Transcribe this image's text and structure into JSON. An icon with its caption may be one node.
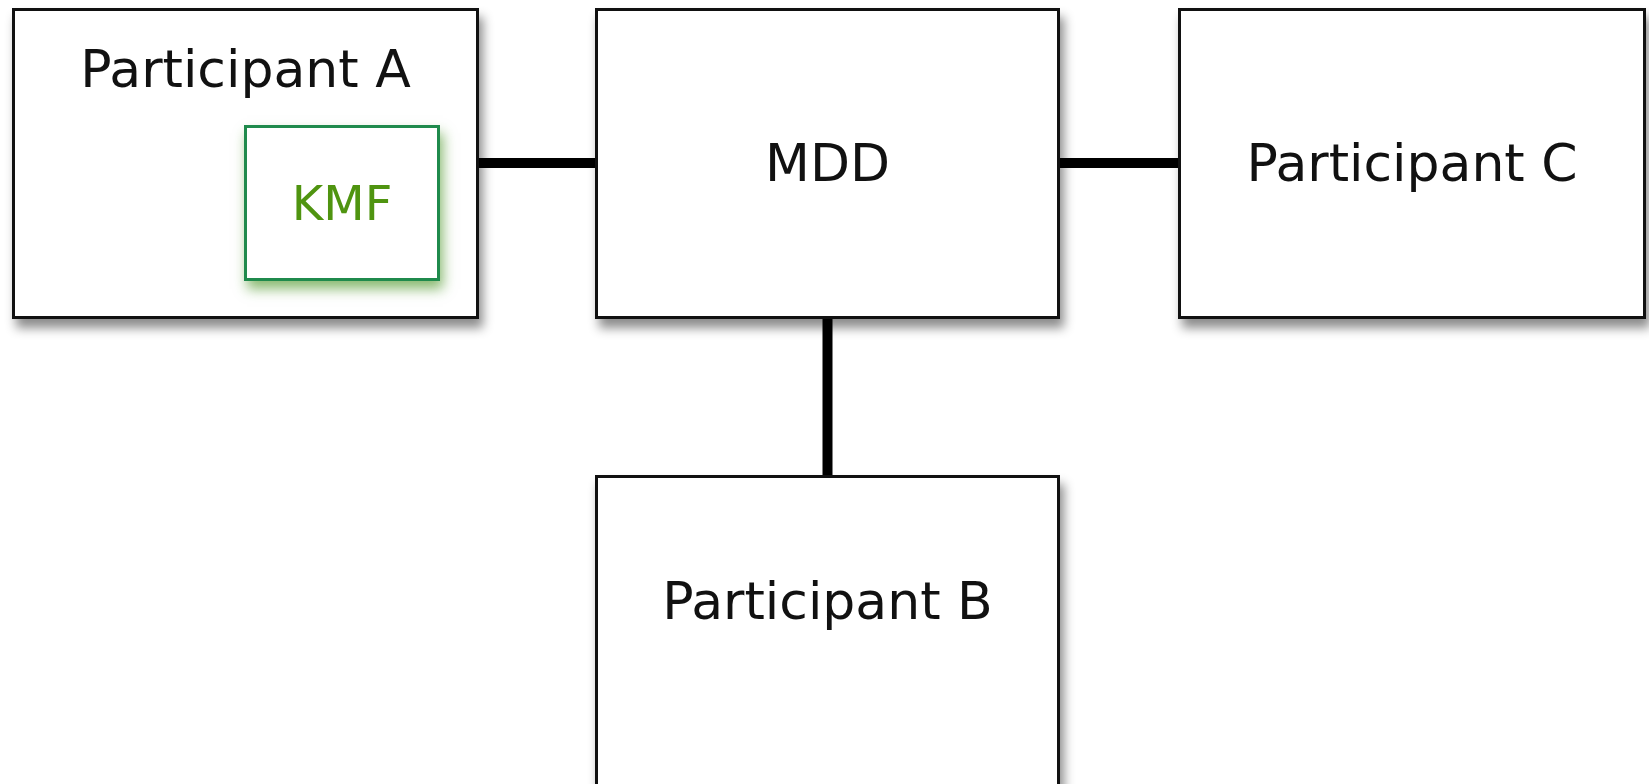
{
  "diagram": {
    "nodes": [
      {
        "text": [
          "Participant A"
        ]
      },
      {
        "text": [
          "KMF"
        ],
        "in": 0
      },
      {
        "text": [
          "MDD"
        ]
      },
      {
        "text": [
          "Participant C"
        ]
      },
      {
        "text": [
          "Participant B"
        ]
      }
    ],
    "edges": [
      {
        "from": 0,
        "to": 2,
        "arrow": "none"
      },
      {
        "from": 2,
        "to": 3,
        "arrow": "none"
      },
      {
        "from": 2,
        "to": 4,
        "arrow": "none"
      }
    ]
  }
}
